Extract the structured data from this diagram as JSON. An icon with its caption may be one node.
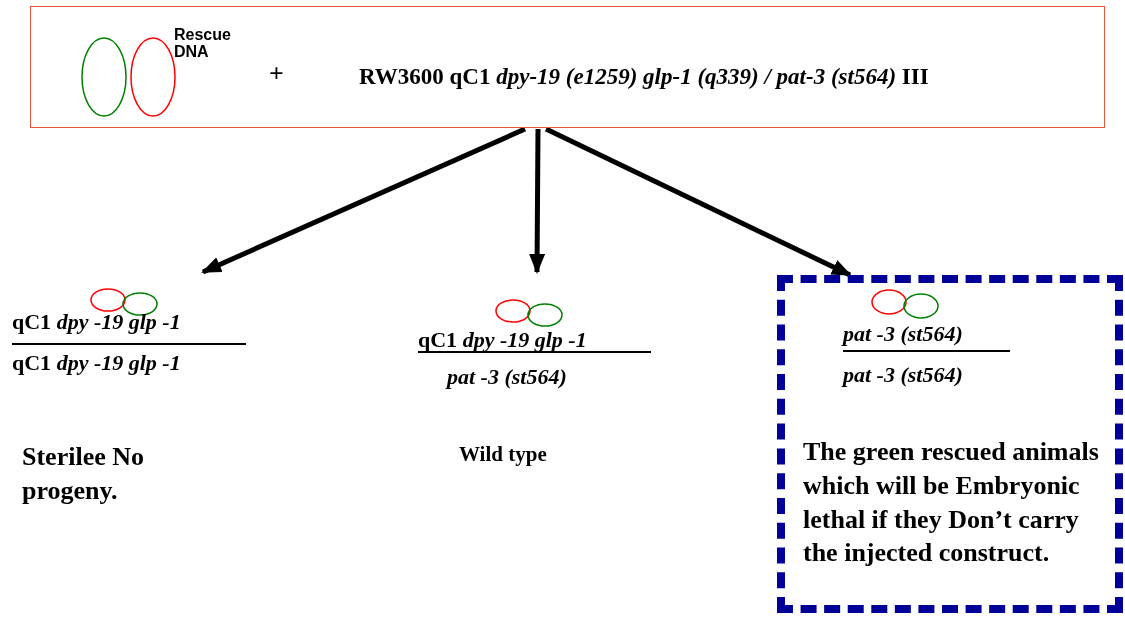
{
  "diagram": {
    "nodes": [
      {
        "text": [
          "Rescue DNA",
          "+",
          "RW3600 qC1 *dpy-19 (e1259) glp-1 (q339) / pat-3 (st564)* III"
        ]
      },
      {
        "text": [
          "qC1 *dpy -19 glp -1*",
          "qC1 *dpy -19 glp -1*"
        ],
        "beside": [
          "Sterilee No progeny."
        ]
      },
      {
        "text": [
          "qC1 *dpy -19 glp -1*",
          "pat -3 (st564)"
        ],
        "beside": [
          "Wild type"
        ]
      },
      {
        "text": [
          "pat -3 (st564)",
          "pat -3 (st564)",
          "The green rescued animals which will be Embryonic lethal if they Don’t carry the injected construct."
        ]
      }
    ],
    "edges": [
      {
        "from": 0,
        "to": 1,
        "arrow": "to"
      },
      {
        "from": 0,
        "to": 2,
        "arrow": "to"
      },
      {
        "from": 0,
        "to": 3,
        "arrow": "to"
      }
    ]
  }
}
